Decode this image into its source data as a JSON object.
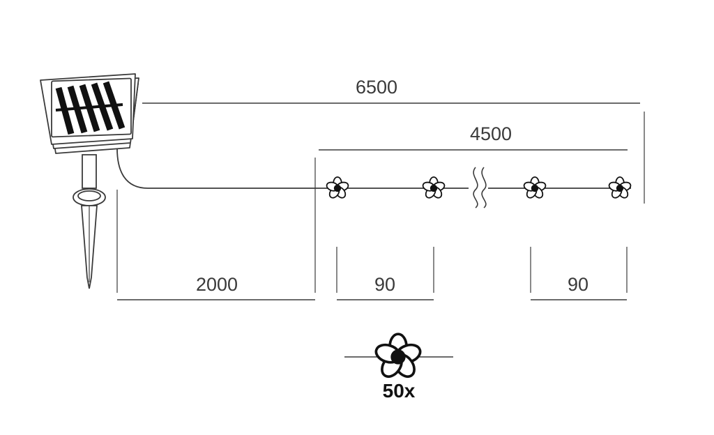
{
  "dimensions": {
    "total_length": "6500",
    "lit_length": "4500",
    "lead_cable": "2000",
    "spacing_left": "90",
    "spacing_right": "90"
  },
  "quantity": "50x",
  "colors": {
    "line": "#3a3a3a",
    "light": "#111111",
    "background": "#ffffff"
  },
  "icons": {
    "panel": "solar-panel-icon",
    "stake": "ground-stake-icon",
    "light": "flower-light-icon",
    "break": "cable-break-icon"
  }
}
